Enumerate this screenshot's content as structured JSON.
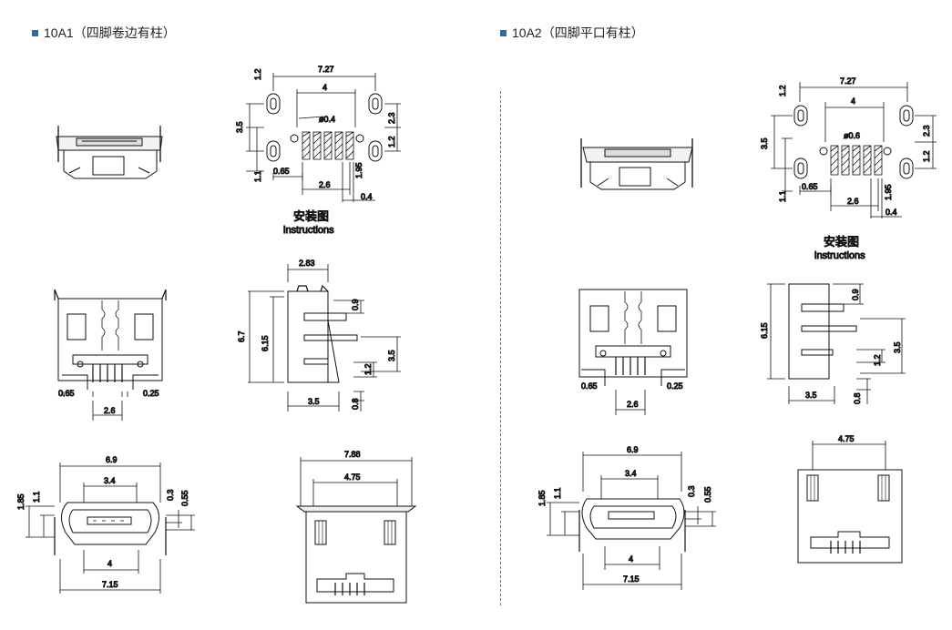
{
  "sections": [
    {
      "title": "10A1（四脚卷边有柱）",
      "accent": "#2a6ab5"
    },
    {
      "title": "10A2（四脚平口有柱）",
      "accent": "#2a6ab5"
    }
  ],
  "footprint_caption": {
    "cn": "安装图",
    "en": "instructions"
  },
  "dims_a1": {
    "fp_total": "7.27",
    "fp_inner": "4",
    "fp_hole": "ø0.4",
    "fp_vert": "3.5",
    "fp_top": "1.2",
    "fp_right1": "2.3",
    "fp_right2": "1.2",
    "fp_bl": "1.1",
    "fp_left": "0.65",
    "fp_pitch": "2.6",
    "fp_h2": "1.95",
    "fp_w": "0.4",
    "top_left": "0.65",
    "top_right": "0.25",
    "top_pitch": "2.6",
    "side_top": "2.83",
    "side_total": "6.7",
    "side_h": "6.15",
    "side_a": "0.9",
    "side_b": "3.5",
    "side_c": "1.2",
    "side_d": "0.8",
    "side_w": "3.5",
    "front_w": "6.9",
    "front_inner": "3.4",
    "front_h1": "1.85",
    "front_h2": "1.1",
    "front_r1": "0.3",
    "front_r2": "0.55",
    "front_bot": "4",
    "front_total": "7.15",
    "back_w": "7.88",
    "back_inner": "4.75"
  },
  "dims_a2": {
    "fp_total": "7.27",
    "fp_inner": "4",
    "fp_hole": "ø0.6",
    "fp_vert": "3.5",
    "fp_top": "1.2",
    "fp_right1": "2.3",
    "fp_right2": "1.2",
    "fp_bl": "1.1",
    "fp_left": "0.65",
    "fp_pitch": "2.6",
    "fp_h2": "1.95",
    "fp_w": "0.4",
    "top_left": "0.65",
    "top_right": "0.25",
    "top_pitch": "2.6",
    "side_h": "6.15",
    "side_a": "0.9",
    "side_b": "3.5",
    "side_c": "1.2",
    "side_d": "0.8",
    "side_w": "3.5",
    "front_w": "6.9",
    "front_inner": "3.4",
    "front_h1": "1.85",
    "front_h2": "1.1",
    "front_r1": "0.3",
    "front_r2": "0.55",
    "front_bot": "4",
    "front_total": "7.15",
    "back_inner": "4.75"
  }
}
